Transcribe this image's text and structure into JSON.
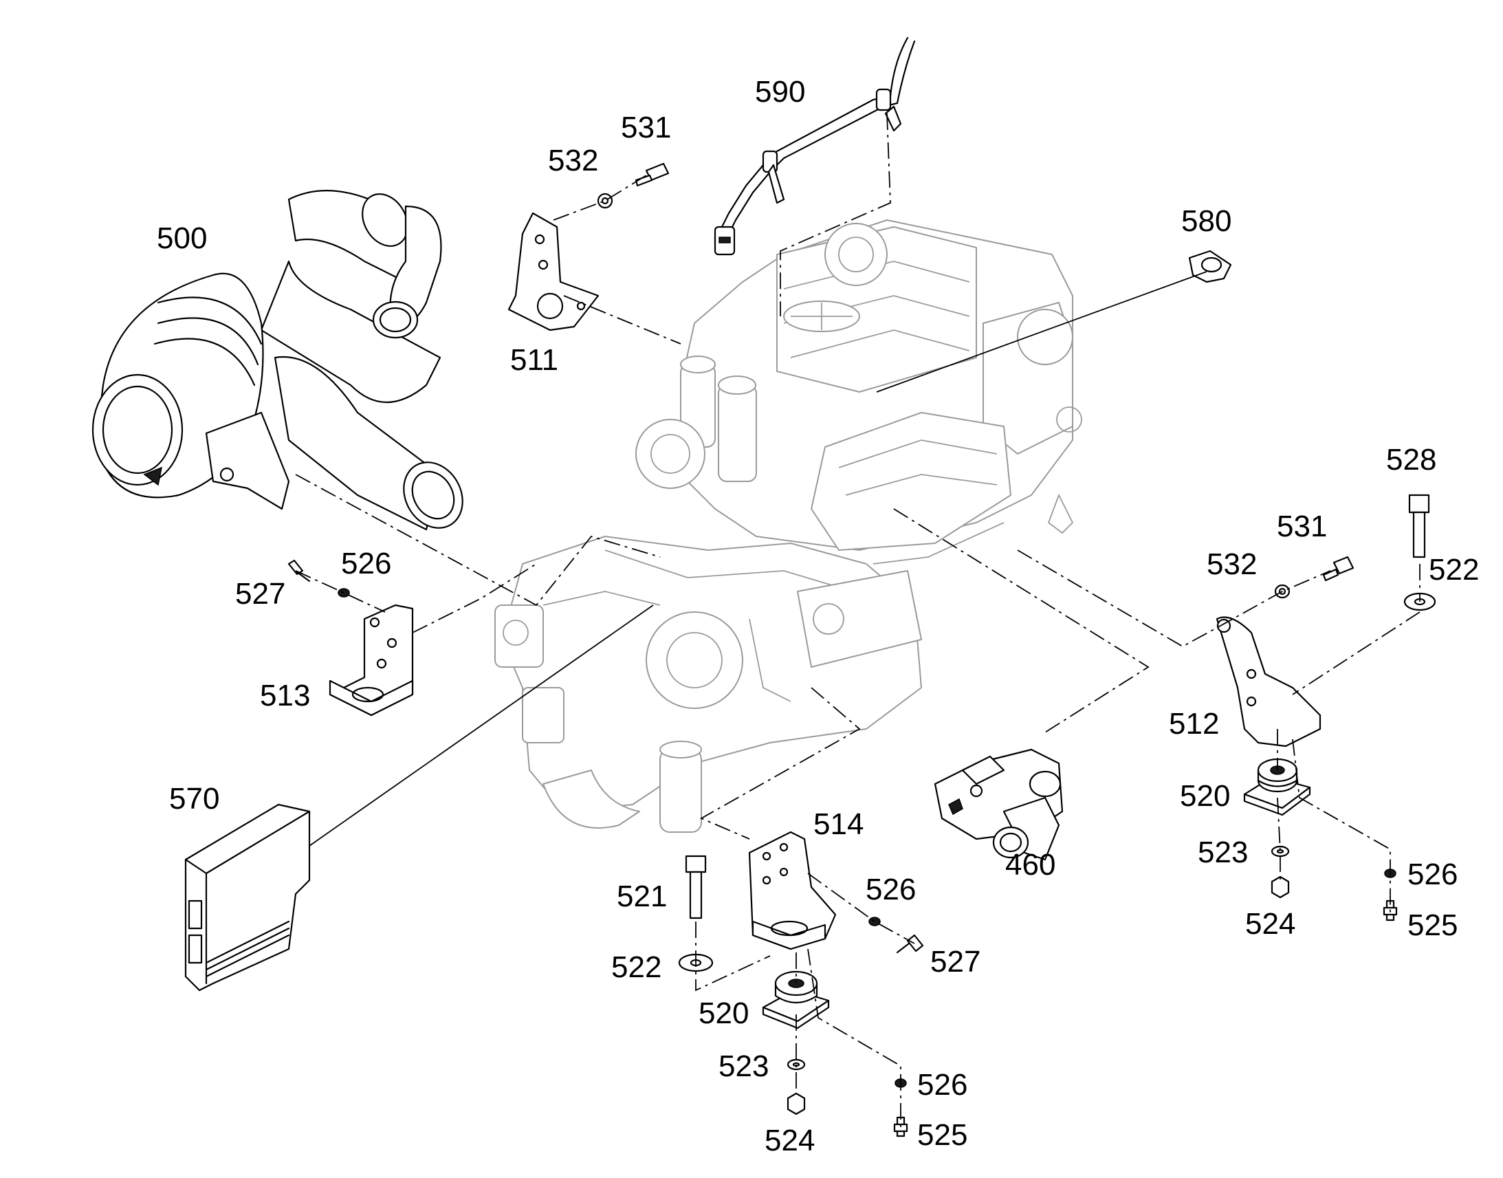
{
  "diagram": {
    "callouts": [
      {
        "id": "c500",
        "label": "500"
      },
      {
        "id": "c590",
        "label": "590"
      },
      {
        "id": "c531a",
        "label": "531"
      },
      {
        "id": "c532a",
        "label": "532"
      },
      {
        "id": "c580",
        "label": "580"
      },
      {
        "id": "c511",
        "label": "511"
      },
      {
        "id": "c527a",
        "label": "527"
      },
      {
        "id": "c526a",
        "label": "526"
      },
      {
        "id": "c513",
        "label": "513"
      },
      {
        "id": "c570",
        "label": "570"
      },
      {
        "id": "c528",
        "label": "528"
      },
      {
        "id": "c531b",
        "label": "531"
      },
      {
        "id": "c532b",
        "label": "532"
      },
      {
        "id": "c522b",
        "label": "522"
      },
      {
        "id": "c512",
        "label": "512"
      },
      {
        "id": "c520b",
        "label": "520"
      },
      {
        "id": "c523b",
        "label": "523"
      },
      {
        "id": "c526c",
        "label": "526"
      },
      {
        "id": "c524b",
        "label": "524"
      },
      {
        "id": "c525b",
        "label": "525"
      },
      {
        "id": "c460",
        "label": "460"
      },
      {
        "id": "c514",
        "label": "514"
      },
      {
        "id": "c521",
        "label": "521"
      },
      {
        "id": "c526b",
        "label": "526"
      },
      {
        "id": "c522a",
        "label": "522"
      },
      {
        "id": "c527b",
        "label": "527"
      },
      {
        "id": "c520a",
        "label": "520"
      },
      {
        "id": "c523a",
        "label": "523"
      },
      {
        "id": "c526d",
        "label": "526"
      },
      {
        "id": "c524a",
        "label": "524"
      },
      {
        "id": "c525a",
        "label": "525"
      }
    ]
  }
}
